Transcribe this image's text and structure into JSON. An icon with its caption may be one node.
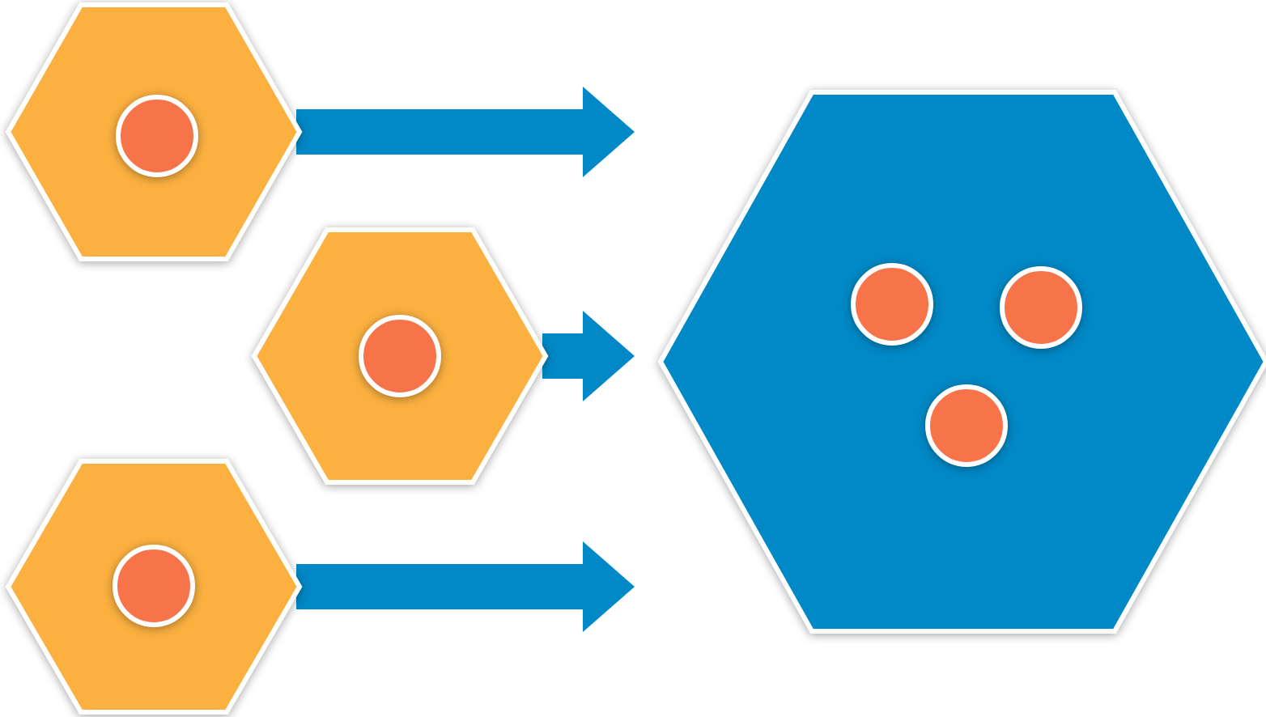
{
  "diagram": {
    "nodes": [
      {
        "text": [],
        "shape": "hexagon"
      },
      {
        "text": [],
        "shape": "circle",
        "in": 0
      },
      {
        "text": [],
        "shape": "hexagon"
      },
      {
        "text": [],
        "shape": "circle",
        "in": 2
      },
      {
        "text": [],
        "shape": "hexagon"
      },
      {
        "text": [],
        "shape": "circle",
        "in": 4
      },
      {
        "text": [],
        "shape": "hexagon"
      },
      {
        "text": [],
        "shape": "circle",
        "in": 6
      },
      {
        "text": [],
        "shape": "circle",
        "in": 6
      },
      {
        "text": [],
        "shape": "circle",
        "in": 6
      }
    ],
    "edges": [
      {
        "from": 0,
        "to": 6,
        "arrow": "to"
      },
      {
        "from": 2,
        "to": 6,
        "arrow": "to"
      },
      {
        "from": 4,
        "to": 6,
        "arrow": "to"
      }
    ]
  }
}
